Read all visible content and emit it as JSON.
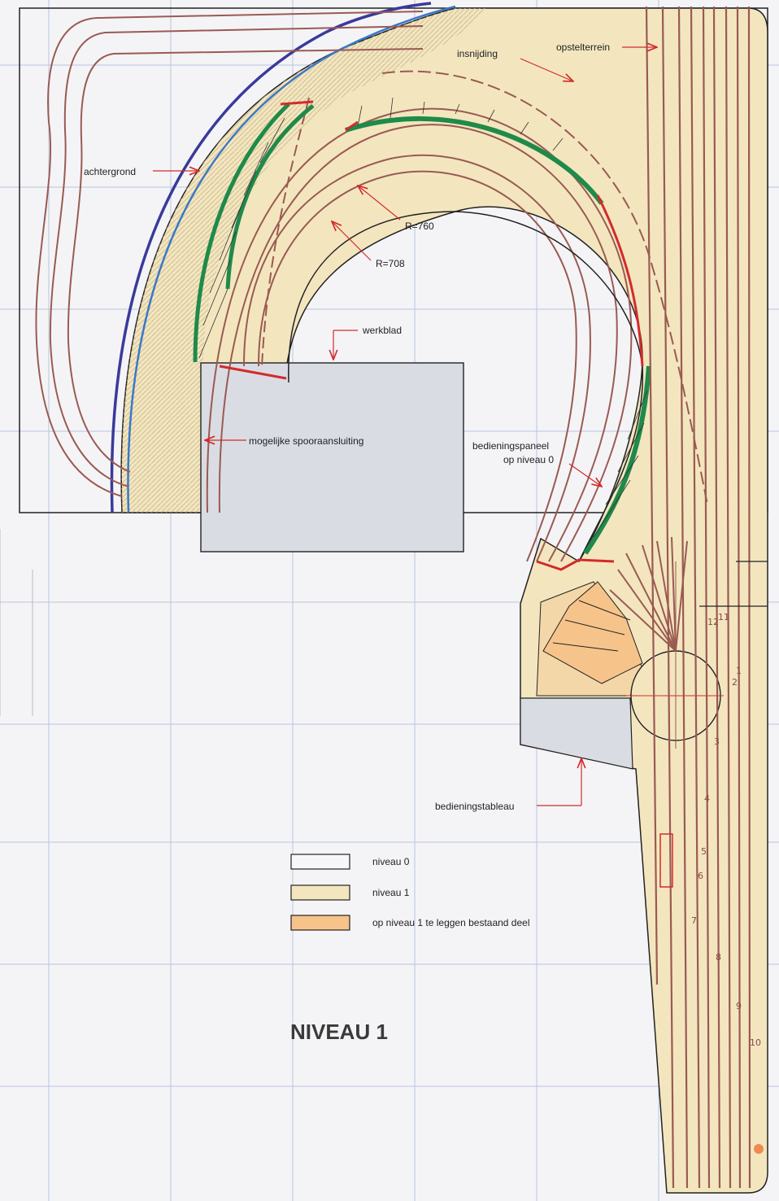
{
  "labels": {
    "opstelterrein": "opstelterrein",
    "insnijding": "insnijding",
    "achtergrond": "achtergrond",
    "r760": "R=760",
    "r708": "R=708",
    "werkblad": "werkblad",
    "spooraansluiting": "mogelijke spooraansluiting",
    "bedieningspaneel_1": "bedieningspaneel",
    "bedieningspaneel_2": "op niveau 0",
    "bedieningstableau": "bedieningstableau"
  },
  "legend": [
    {
      "label": "niveau 0",
      "color": "#f7f7f9"
    },
    {
      "label": "niveau 1",
      "color": "#f3e6bf"
    },
    {
      "label": "op niveau 1 te leggen bestaand deel",
      "color": "#f6c48a"
    }
  ],
  "title": "NIVEAU 1",
  "track_numbers": [
    "1",
    "2",
    "3",
    "4",
    "5",
    "6",
    "7",
    "8",
    "9",
    "10",
    "11",
    "12"
  ],
  "colors": {
    "level1_fill": "#f3e6bf",
    "existing_fill": "#f6c48a",
    "track": "#9a5a52",
    "edge_red": "#d42a2a",
    "embankment_green": "#1f8a4a",
    "background_dark_blue": "#3a3a9a",
    "background_light_blue": "#3a78c8",
    "workbench_fill": "#dadce4",
    "grid": "#b8c4dc"
  }
}
